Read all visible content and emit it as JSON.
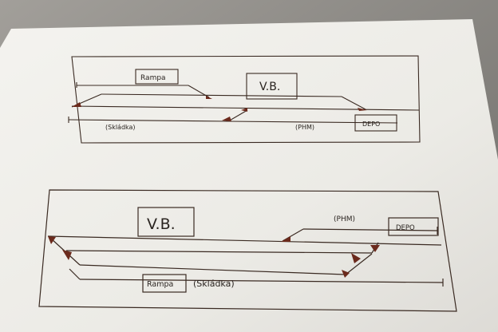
{
  "diagram_top": {
    "label_rampa": "Rampa",
    "label_vb": "V.B.",
    "label_skladka": "(Skládka)",
    "label_phm": "(PHM)",
    "label_depo": "DEPO"
  },
  "diagram_bottom": {
    "label_vb": "V.B.",
    "label_phm": "(PHM)",
    "label_depo": "DEPO",
    "label_rampa": "Rampa",
    "label_skladka": "(Skládka)"
  },
  "colors": {
    "background": "#8c8a86",
    "paper": "#efede9",
    "ink": "#3a2a22",
    "switch_marker": "#6b2a1c"
  }
}
